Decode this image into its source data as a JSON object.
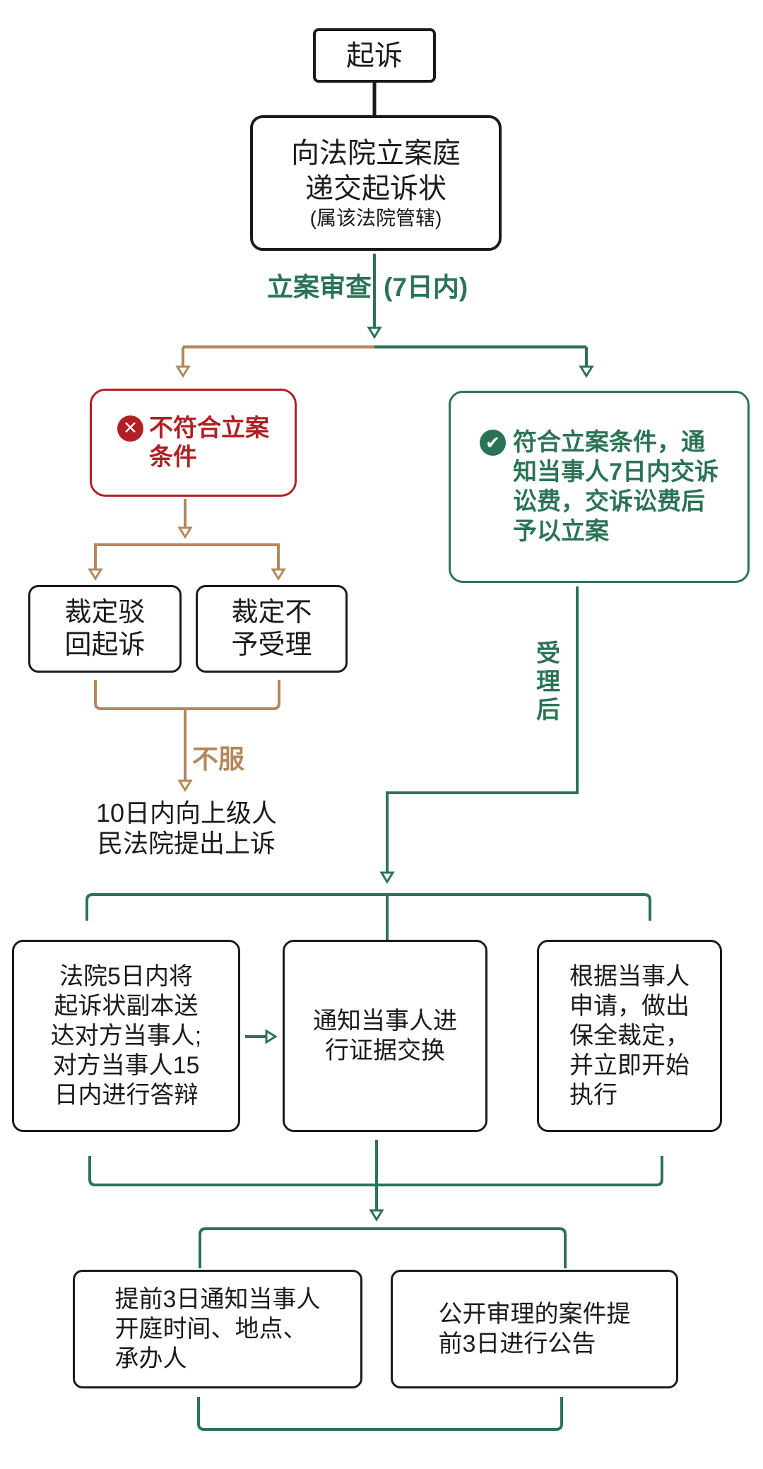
{
  "colors": {
    "green": "#2b7355",
    "tan": "#b4885a",
    "red": "#b01f23",
    "ink": "#1b1b1b"
  },
  "nodes": {
    "start": {
      "label": "起诉"
    },
    "submit": {
      "lines": [
        "向法院立案庭",
        "递交起诉状"
      ],
      "note": "(属该法院管辖)"
    },
    "review": {
      "label": "立案审查",
      "duration": "(7日内)"
    },
    "reject": {
      "icon_glyph": "✕",
      "lines": [
        "不符合立案",
        "条件"
      ]
    },
    "accept": {
      "icon_glyph": "✔",
      "lines": [
        "符合立案条件，通",
        "知当事人7日内交诉",
        "讼费，交诉讼费后",
        "予以立案"
      ]
    },
    "dismiss": {
      "lines": [
        "裁定驳",
        "回起诉"
      ]
    },
    "refuse": {
      "lines": [
        "裁定不",
        "予受理"
      ]
    },
    "appeal_label": {
      "label": "不服"
    },
    "appeal": {
      "lines": [
        "10日内向上级人",
        "民法院提出上诉"
      ]
    },
    "after_accept": {
      "label": "受理后"
    },
    "serve": {
      "lines": [
        "法院5日内将",
        "起诉状副本送",
        "达对方当事人;",
        "对方当事人15",
        "日内进行答辩"
      ]
    },
    "evidence": {
      "lines": [
        "通知当事人进",
        "行证据交换"
      ]
    },
    "preserve": {
      "lines": [
        "根据当事人",
        "申请，做出",
        "保全裁定，",
        "并立即开始",
        "执行"
      ]
    },
    "notify": {
      "lines": [
        "提前3日通知当事人",
        "开庭时间、地点、",
        "承办人"
      ]
    },
    "announce": {
      "lines": [
        "公开审理的案件提",
        "前3日进行公告"
      ]
    }
  }
}
